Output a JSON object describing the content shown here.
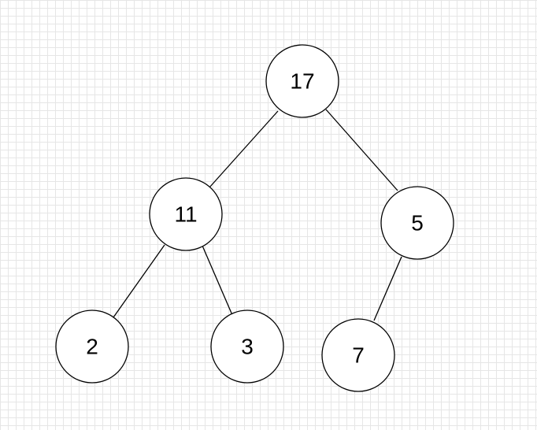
{
  "diagram": {
    "nodes": [
      {
        "id": "n17",
        "label": "17"
      },
      {
        "id": "n11",
        "label": "11"
      },
      {
        "id": "n5",
        "label": "5"
      },
      {
        "id": "n2",
        "label": "2"
      },
      {
        "id": "n3",
        "label": "3"
      },
      {
        "id": "n7",
        "label": "7"
      }
    ],
    "edges": [
      {
        "from": "n17",
        "to": "n11"
      },
      {
        "from": "n17",
        "to": "n5"
      },
      {
        "from": "n11",
        "to": "n2"
      },
      {
        "from": "n11",
        "to": "n3"
      },
      {
        "from": "n5",
        "to": "n7"
      }
    ]
  }
}
